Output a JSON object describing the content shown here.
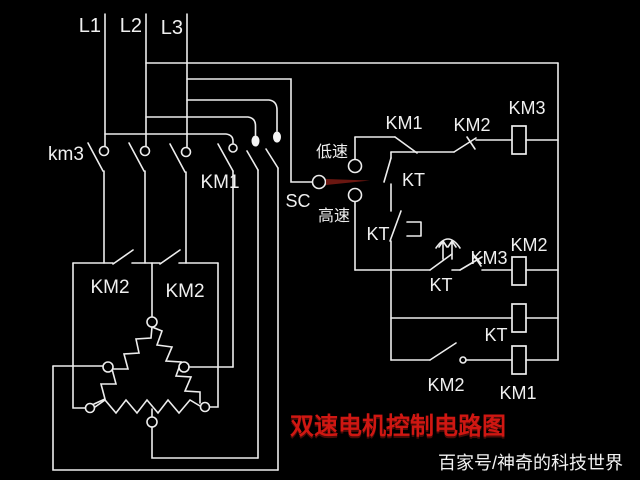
{
  "colors": {
    "background": "#000000",
    "wire": "#ededed",
    "title_red": "#cf1712",
    "selector_handle_red": "#6b1711",
    "text": "#f0f0f0"
  },
  "power": {
    "phases": [
      "L1",
      "L2",
      "L3"
    ],
    "low_speed_contactor": "km3",
    "high_speed_contactor": "KM1",
    "star_short_contact_a": "KM2",
    "star_short_contact_b": "KM2"
  },
  "selector": {
    "label": "SC",
    "low": "低速",
    "high": "高速"
  },
  "control": {
    "row1": {
      "no_contact": "KM1",
      "nc_contact": "KM2",
      "coil": "KM3"
    },
    "branch": {
      "upper_contact": "KT",
      "lower_contact": "KT"
    },
    "row2": {
      "timed_contact": "KT",
      "nc_contact": "KM3",
      "coil": "KM2"
    },
    "row3": {
      "coil": "KT"
    },
    "row4": {
      "no_contact": "KM2",
      "coil": "KM1"
    }
  },
  "title": {
    "text": "双速电机控制电路图"
  },
  "watermark": {
    "text": "百家号/神奇的科技世界"
  }
}
